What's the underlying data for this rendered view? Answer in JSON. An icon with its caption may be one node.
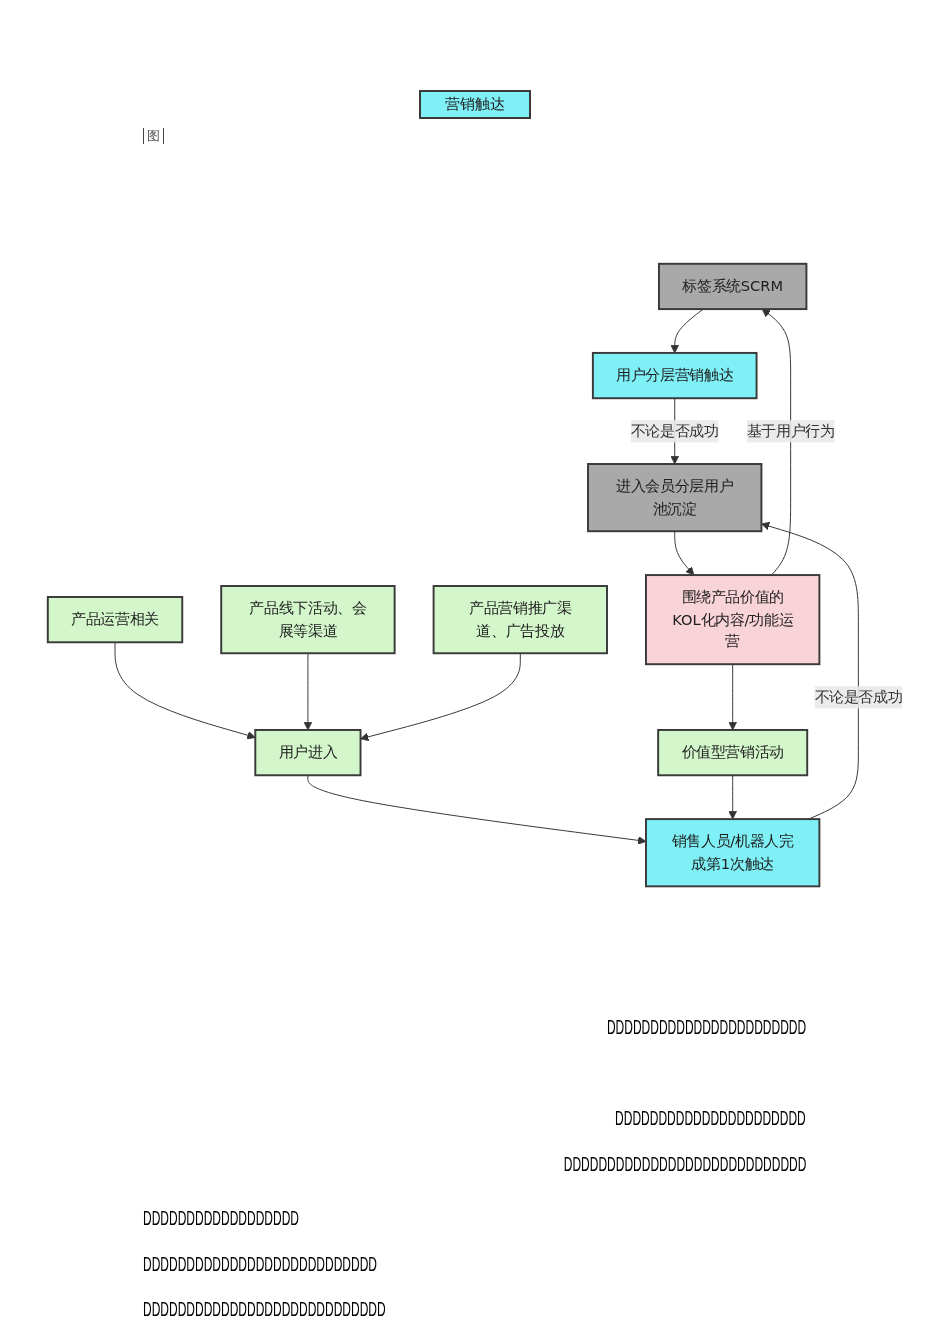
{
  "diagram": {
    "nodes": [
      {
        "text": [
          "标签系统SCRM"
        ]
      },
      {
        "text": [
          "围绕产品价值的KOL化内容/功能运营"
        ]
      },
      {
        "text": [
          "价值型营销活动"
        ]
      },
      {
        "text": [
          "产品运营相关"
        ]
      },
      {
        "text": [
          "产品线下活动、会展等渠道"
        ]
      },
      {
        "text": [
          "产品营销推广渠道、广告投放"
        ]
      },
      {
        "text": [
          "用户分层营销触达"
        ]
      },
      {
        "text": [
          "进入会员分层用户池沉淀"
        ]
      },
      {
        "text": [
          "销售人员/机器人完成第1次触达"
        ]
      },
      {
        "text": [
          "用户进入"
        ]
      }
    ],
    "edges": [
      {
        "from": 3,
        "to": 9,
        "arrow": "to"
      },
      {
        "from": 4,
        "to": 9,
        "arrow": "to"
      },
      {
        "from": 5,
        "to": 9,
        "arrow": "to"
      },
      {
        "from": 9,
        "to": 8,
        "arrow": "to"
      },
      {
        "from": 2,
        "to": 8,
        "arrow": "to"
      },
      {
        "from": 8,
        "to": 7,
        "label": "不论是否成功",
        "arrow": "to"
      },
      {
        "from": 7,
        "to": 1,
        "arrow": "to"
      },
      {
        "from": 1,
        "to": 2,
        "arrow": "to"
      },
      {
        "from": 1,
        "to": 0,
        "label": "基于用户行为",
        "arrow": "to"
      },
      {
        "from": 0,
        "to": 6,
        "arrow": "to"
      },
      {
        "from": 6,
        "to": 7,
        "label": "不论是否成功",
        "arrow": "to"
      }
    ],
    "labels": [
      "图",
      "DDDDDDDDDDDDDDDDDDDDDDD",
      "DDDDDDDDDDDDDDDDDDDDDD",
      "DDDDDDDDDDDDDDDDDDDDDDDDDDDD",
      "DDDDDDDDDDDDDDDDDD",
      "DDDDDDDDDDDDDDDDDDDDDDDDDDD",
      "DDDDDDDDDDDDDDDDDDDDDDDDDDDD"
    ],
    "legend": [
      {
        "text": "营销触达",
        "color": "#7ff0f6"
      }
    ]
  }
}
